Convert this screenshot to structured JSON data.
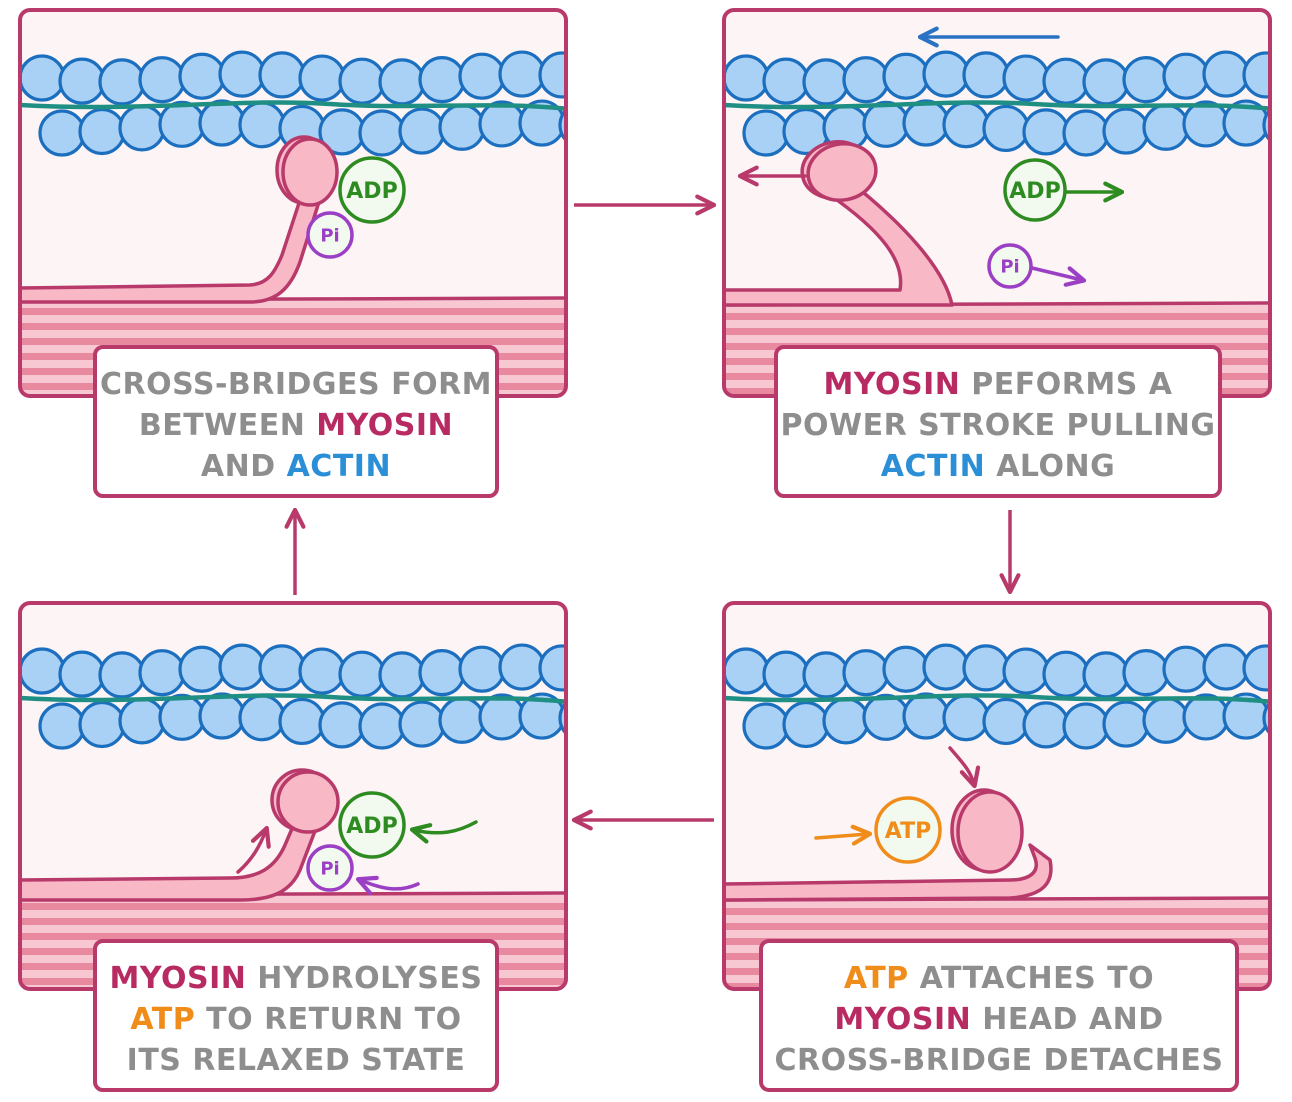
{
  "colors": {
    "frame": "#b83a6b",
    "panel_bg": "#fdf4f5",
    "actin_fill": "#a9d1f5",
    "actin_stroke": "#1c6fbf",
    "tropomyosin": "#1f8f84",
    "myosin_fill": "#f8b8c6",
    "myosin_stroke": "#b83a6b",
    "myosin_band_light": "#f7c7d2",
    "myosin_band_dark": "#e8899f",
    "adp": "#2e8b22",
    "pi": "#9b3fc4",
    "atp": "#f08c1a",
    "actin_arrow": "#2a73c4",
    "text_gray": "#8e8e8e",
    "text_myosin": "#b82a62",
    "text_actin": "#2a8fd6",
    "text_atp": "#f08c1a"
  },
  "chips": {
    "adp": "ADP",
    "pi": "Pi",
    "atp": "ATP"
  },
  "panels": {
    "form": {
      "lines": [
        [
          {
            "t": "CROSS-BRIDGES FORM",
            "c": "gray"
          }
        ],
        [
          {
            "t": "BETWEEN ",
            "c": "gray"
          },
          {
            "t": "MYOSIN",
            "c": "myosin"
          }
        ],
        [
          {
            "t": "AND ",
            "c": "gray"
          },
          {
            "t": "ACTIN",
            "c": "actin"
          }
        ]
      ]
    },
    "power": {
      "lines": [
        [
          {
            "t": "MYOSIN",
            "c": "myosin"
          },
          {
            "t": " PEFORMS A",
            "c": "gray"
          }
        ],
        [
          {
            "t": "POWER STROKE PULLING",
            "c": "gray"
          }
        ],
        [
          {
            "t": "ACTIN",
            "c": "actin"
          },
          {
            "t": " ALONG",
            "c": "gray"
          }
        ]
      ]
    },
    "detach": {
      "lines": [
        [
          {
            "t": "ATP",
            "c": "atp"
          },
          {
            "t": " ATTACHES TO",
            "c": "gray"
          }
        ],
        [
          {
            "t": "MYOSIN",
            "c": "myosin"
          },
          {
            "t": " HEAD AND",
            "c": "gray"
          }
        ],
        [
          {
            "t": "CROSS-BRIDGE DETACHES",
            "c": "gray"
          }
        ]
      ]
    },
    "hydrolyse": {
      "lines": [
        [
          {
            "t": "MYOSIN",
            "c": "myosin"
          },
          {
            "t": " HYDROLYSES",
            "c": "gray"
          }
        ],
        [
          {
            "t": "ATP",
            "c": "atp"
          },
          {
            "t": " TO RETURN TO",
            "c": "gray"
          }
        ],
        [
          {
            "t": "ITS RELAXED STATE",
            "c": "gray"
          }
        ]
      ]
    }
  }
}
